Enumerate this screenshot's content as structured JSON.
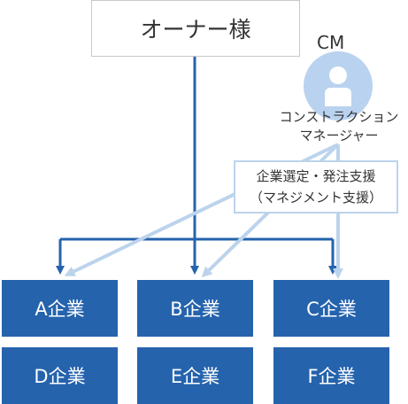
{
  "owner": {
    "label": "オーナー様"
  },
  "cm": {
    "label": "CM",
    "title_line1": "コンストラクション",
    "title_line2": "マネージャー"
  },
  "support": {
    "line1": "企業選定・発注支援",
    "line2": "（マネジメント支援）"
  },
  "companies": [
    {
      "label": "A企業"
    },
    {
      "label": "B企業"
    },
    {
      "label": "C企業"
    },
    {
      "label": "D企業"
    },
    {
      "label": "E企業"
    },
    {
      "label": "F企業"
    }
  ],
  "colors": {
    "company_fill": "#2563ad",
    "owner_line": "#2563ad",
    "cm_line": "#bcd3ec",
    "cm_avatar": "#b9d2ef"
  }
}
